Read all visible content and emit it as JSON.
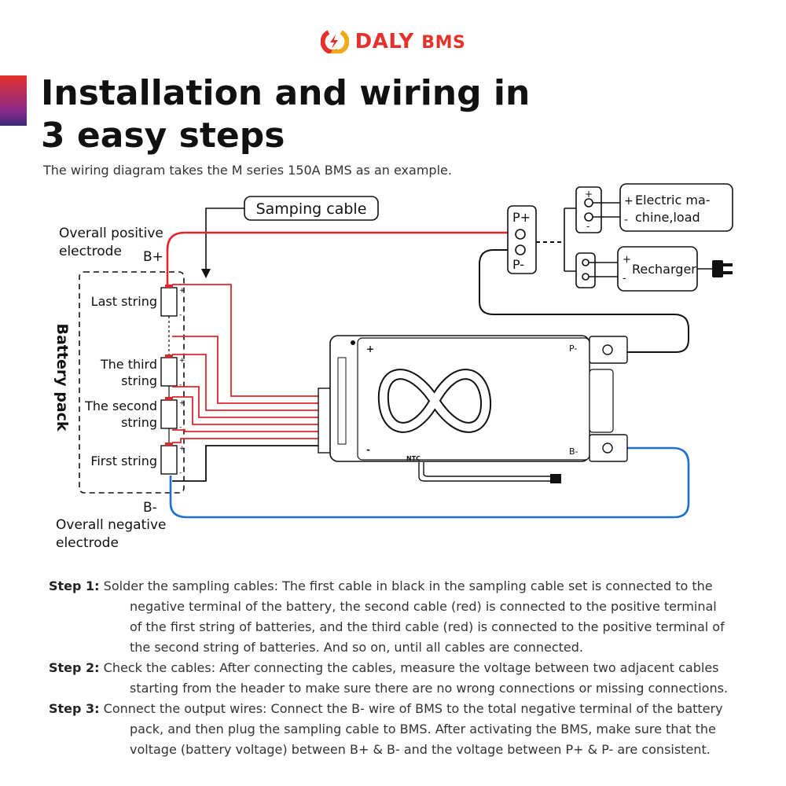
{
  "brand": {
    "name_main": "DALY",
    "name_sub": "BMS",
    "color": "#e4312b"
  },
  "headline": {
    "line1": "Installation and wiring in",
    "line2": "3 easy steps"
  },
  "subtitle": "The wiring diagram takes the M series 150A BMS as an example.",
  "diagram": {
    "sampling_cable_label": "Samping cable",
    "overall_positive": [
      "Overall positive",
      "electrode"
    ],
    "b_plus": "B+",
    "b_minus": "B-",
    "overall_negative": [
      "Overall negative",
      "electrode"
    ],
    "battery_pack": "Battery pack",
    "strings": {
      "last": [
        "Last string"
      ],
      "third": [
        "The third",
        "string"
      ],
      "second": [
        "The second",
        "string"
      ],
      "first": [
        "First string"
      ]
    },
    "p_plus": "P+",
    "p_minus": "P-",
    "load": [
      "Electric ma-",
      "chine,load"
    ],
    "recharger": "Recharger",
    "bms_plus": "+",
    "bms_minus": "-",
    "bms_p_minus": "P-",
    "bms_b_minus": "B-",
    "ntc": "NTC",
    "plus_sign": "+",
    "minus_sign": "-",
    "colors": {
      "positive": "#e0262b",
      "negative": "#1f6fd1",
      "wire_black": "#111111"
    }
  },
  "steps": [
    {
      "label": "Step 1:",
      "first": "Solder the sampling cables: The first cable in black in the sampling cable set is connected to the",
      "rest": [
        "negative terminal of the battery, the second cable (red) is connected to the positive terminal",
        "of the first string of batteries, and the third cable (red) is connected to the positive terminal of",
        "the second string of batteries. And so on, until all cables are connected."
      ]
    },
    {
      "label": "Step 2:",
      "first": "Check the cables: After connecting the cables, measure the voltage between two adjacent cables",
      "rest": [
        "starting from the header to make sure there are no wrong connections or missing connections."
      ]
    },
    {
      "label": "Step 3:",
      "first": "Connect the output wires: Connect the B- wire of BMS to the total negative terminal of the battery",
      "rest": [
        "pack, and then plug the sampling cable to BMS. After activating the BMS, make sure that the",
        "voltage (battery voltage) between B+ & B- and the voltage between P+ & P- are consistent."
      ]
    }
  ]
}
